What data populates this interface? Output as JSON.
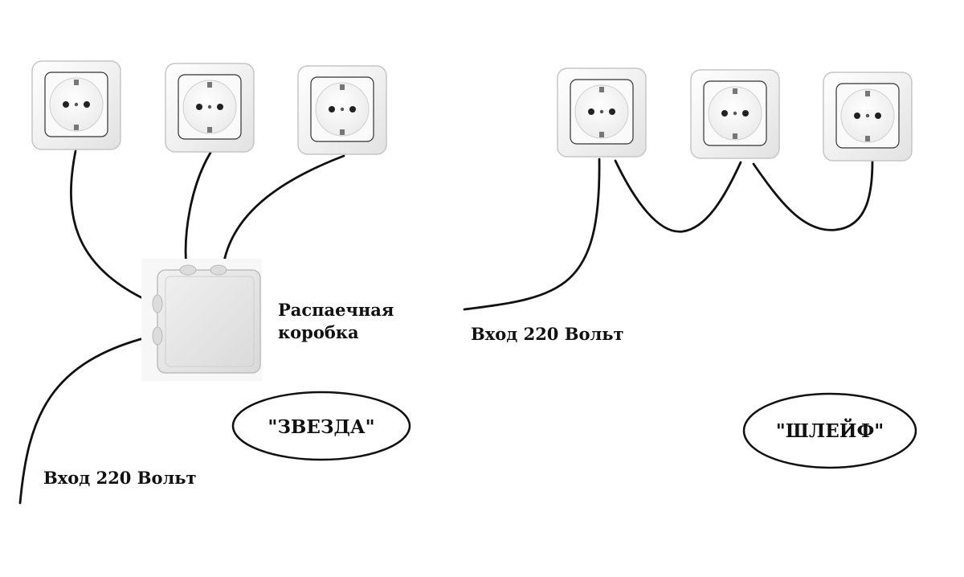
{
  "labels": {
    "junction_box_line1": "Распаечная",
    "junction_box_line2": "коробка",
    "input_left": "Вход 220 Вольт",
    "input_right": "Вход 220 Вольт",
    "star_scheme": "\"ЗВЕЗДА\"",
    "loop_scheme": "\"ШЛЕЙФ\""
  },
  "colors": {
    "wire": "#111111",
    "socket_frame": "#f4f4f4",
    "socket_shadow": "#c9c9c9",
    "junction_box": "#e6e6e6"
  }
}
